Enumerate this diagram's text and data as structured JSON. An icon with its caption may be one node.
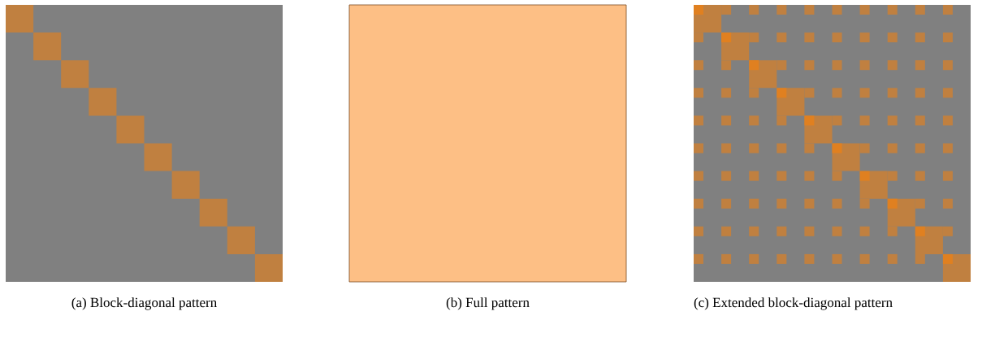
{
  "diagram": {
    "labels": [
      "(a) Block-diagonal pattern",
      "(b) Full pattern",
      "(c) Extended block-diagonal pattern"
    ]
  }
}
